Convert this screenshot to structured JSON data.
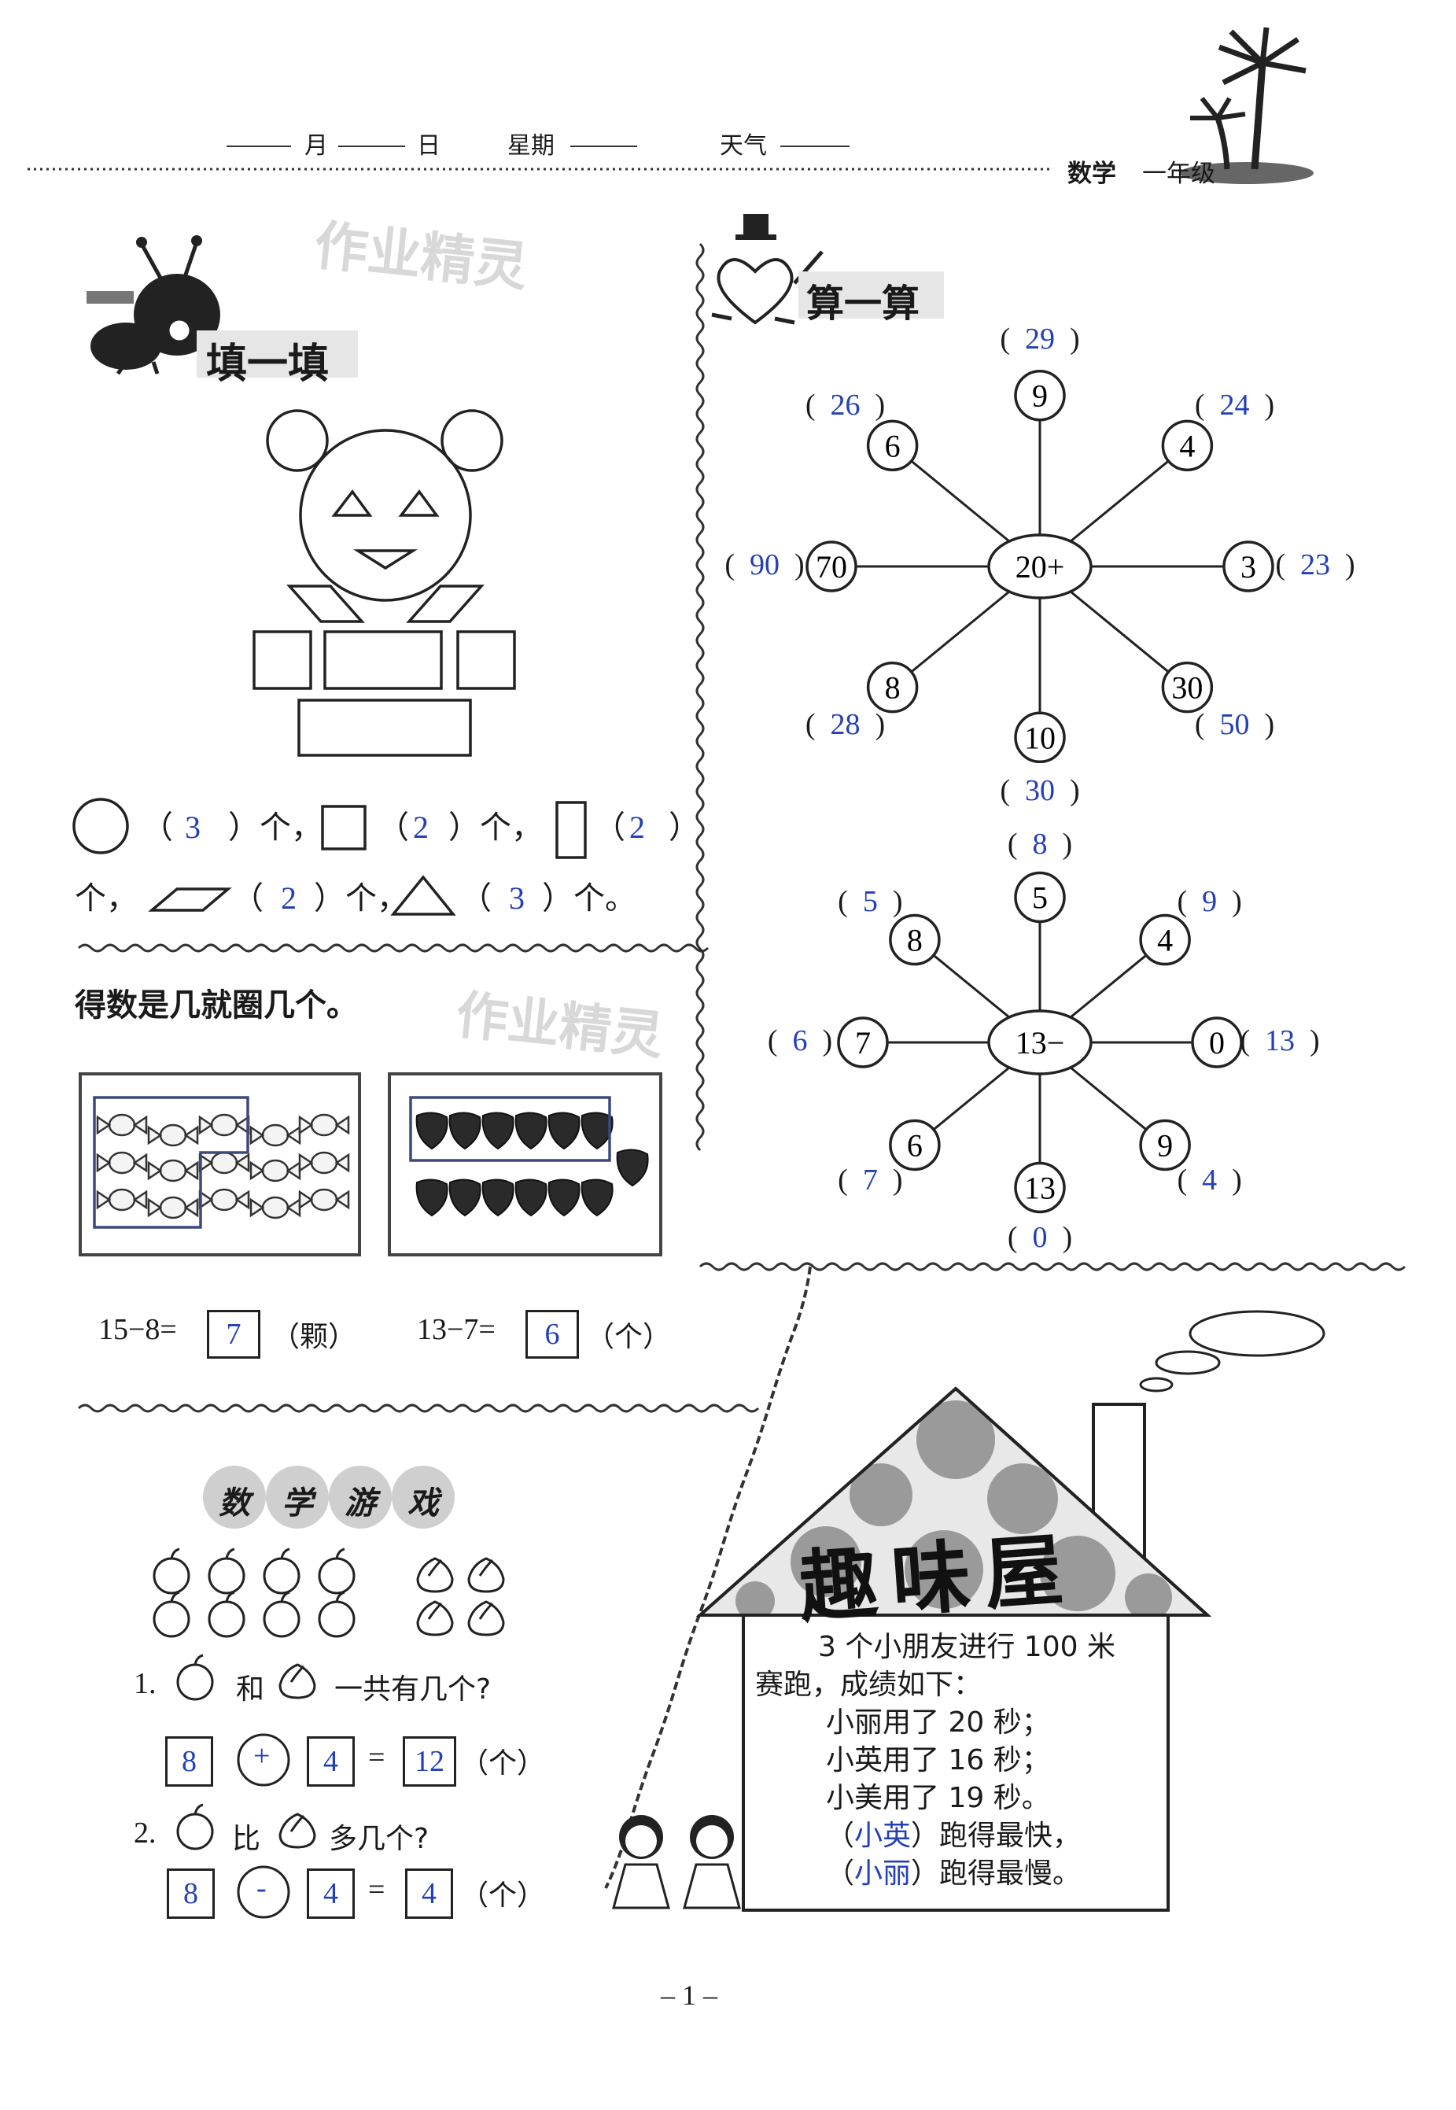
{
  "header": {
    "month_label": "月",
    "day_label": "日",
    "weekday_label": "星期",
    "weather_label": "天气",
    "subject": "数学",
    "grade": "一年级"
  },
  "watermark": "作业精灵",
  "fill_section": {
    "title": "填一填",
    "circle_count": "3",
    "square_count": "2",
    "rect_count": "2",
    "parallelogram_count": "2",
    "triangle_count": "3",
    "unit": "个",
    "sep": "，",
    "end": "个。"
  },
  "circle_section": {
    "title": "得数是几就圈几个。",
    "eq1": "15−8=",
    "ans1": "7",
    "unit1": "（颗）",
    "eq2": "13−7=",
    "ans2": "6",
    "unit2": "（个）"
  },
  "calc_section": {
    "title": "算一算",
    "wheel1": {
      "center": "20+",
      "spokes": [
        {
          "n": "9",
          "a": "29"
        },
        {
          "n": "4",
          "a": "24"
        },
        {
          "n": "3",
          "a": "23"
        },
        {
          "n": "30",
          "a": "50"
        },
        {
          "n": "10",
          "a": "30"
        },
        {
          "n": "8",
          "a": "28"
        },
        {
          "n": "70",
          "a": "90"
        },
        {
          "n": "6",
          "a": "26"
        }
      ]
    },
    "wheel2": {
      "center": "13−",
      "spokes": [
        {
          "n": "5",
          "a": "8"
        },
        {
          "n": "4",
          "a": "9"
        },
        {
          "n": "0",
          "a": "13"
        },
        {
          "n": "9",
          "a": "4"
        },
        {
          "n": "13",
          "a": "0"
        },
        {
          "n": "6",
          "a": "7"
        },
        {
          "n": "7",
          "a": "6"
        },
        {
          "n": "8",
          "a": "5"
        }
      ]
    }
  },
  "game_section": {
    "title_chars": [
      "数",
      "学",
      "游",
      "戏"
    ],
    "q1_num": "1.",
    "q1_mid": "和",
    "q1_end": "一共有几个?",
    "q1_a": "8",
    "q1_op": "+",
    "q1_b": "4",
    "q1_eq": "=",
    "q1_res": "12",
    "q1_unit": "（个）",
    "q2_num": "2.",
    "q2_mid": "比",
    "q2_end": "多几个?",
    "q2_a": "8",
    "q2_op": "-",
    "q2_b": "4",
    "q2_eq": "=",
    "q2_res": "4",
    "q2_unit": "（个）"
  },
  "fun_house": {
    "title": "趣味屋",
    "lines": [
      "3 个小朋友进行 100 米",
      "赛跑，成绩如下：",
      "小丽用了 20 秒；",
      "小英用了 16 秒；",
      "小美用了 19 秒。"
    ],
    "q1_answer": "小英",
    "q1_text": "跑得最快，",
    "q2_answer": "小丽",
    "q2_text": "跑得最慢。"
  },
  "page_number": "– 1 –"
}
